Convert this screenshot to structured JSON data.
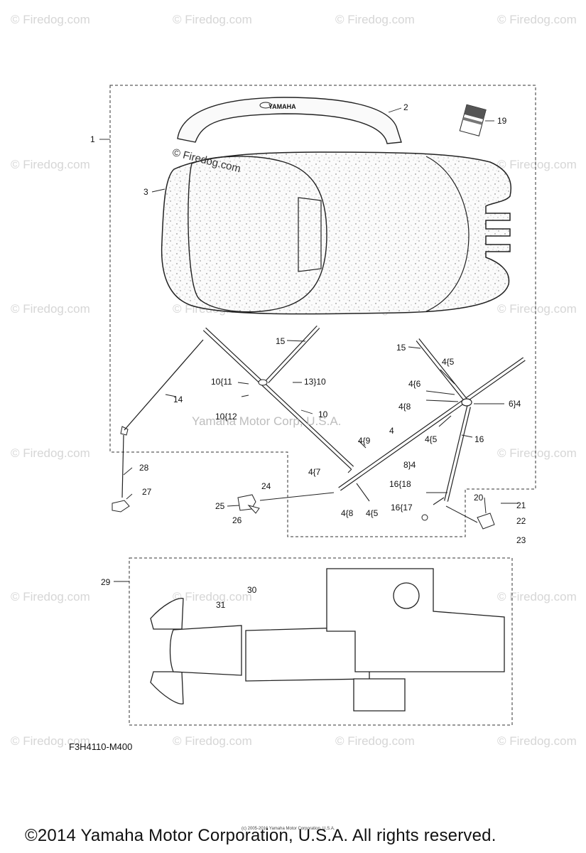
{
  "watermark": "© Firedog.com",
  "center_watermark": "Yamaha Motor Corp, U.S.A.",
  "top_watermark": "© Firedog.com",
  "logo_text": "YAMAHA",
  "diagram_code": "F3H4110-M400",
  "copyright": "©2014 Yamaha Motor Corporation, U.S.A. All rights reserved.",
  "small_copyright": "(c) 2005-2016 Yamaha Motor Corporation, U.S.A.",
  "callouts": {
    "c1": "1",
    "c2": "2",
    "c3": "3",
    "c19": "19",
    "c15a": "15",
    "c15b": "15",
    "c14": "14",
    "c10_11": "10{11",
    "c13_10": "13}10",
    "c10_12": "10{12",
    "c10": "10",
    "c4_5a": "4{5",
    "c4_6": "4{6",
    "c4_8a": "4{8",
    "c6_4": "6}4",
    "c4": "4",
    "c4_5b": "4{5",
    "c16": "16",
    "c4_9": "4{9",
    "c4_7": "4{7",
    "c8_4": "8}4",
    "c16_18": "16{18",
    "c4_8b": "4{8",
    "c4_5c": "4{5",
    "c16_17": "16{17",
    "c28": "28",
    "c27": "27",
    "c24": "24",
    "c25": "25",
    "c26": "26",
    "c20": "20",
    "c21": "21",
    "c22": "22",
    "c23": "23",
    "c29": "29",
    "c30": "30",
    "c31": "31"
  }
}
